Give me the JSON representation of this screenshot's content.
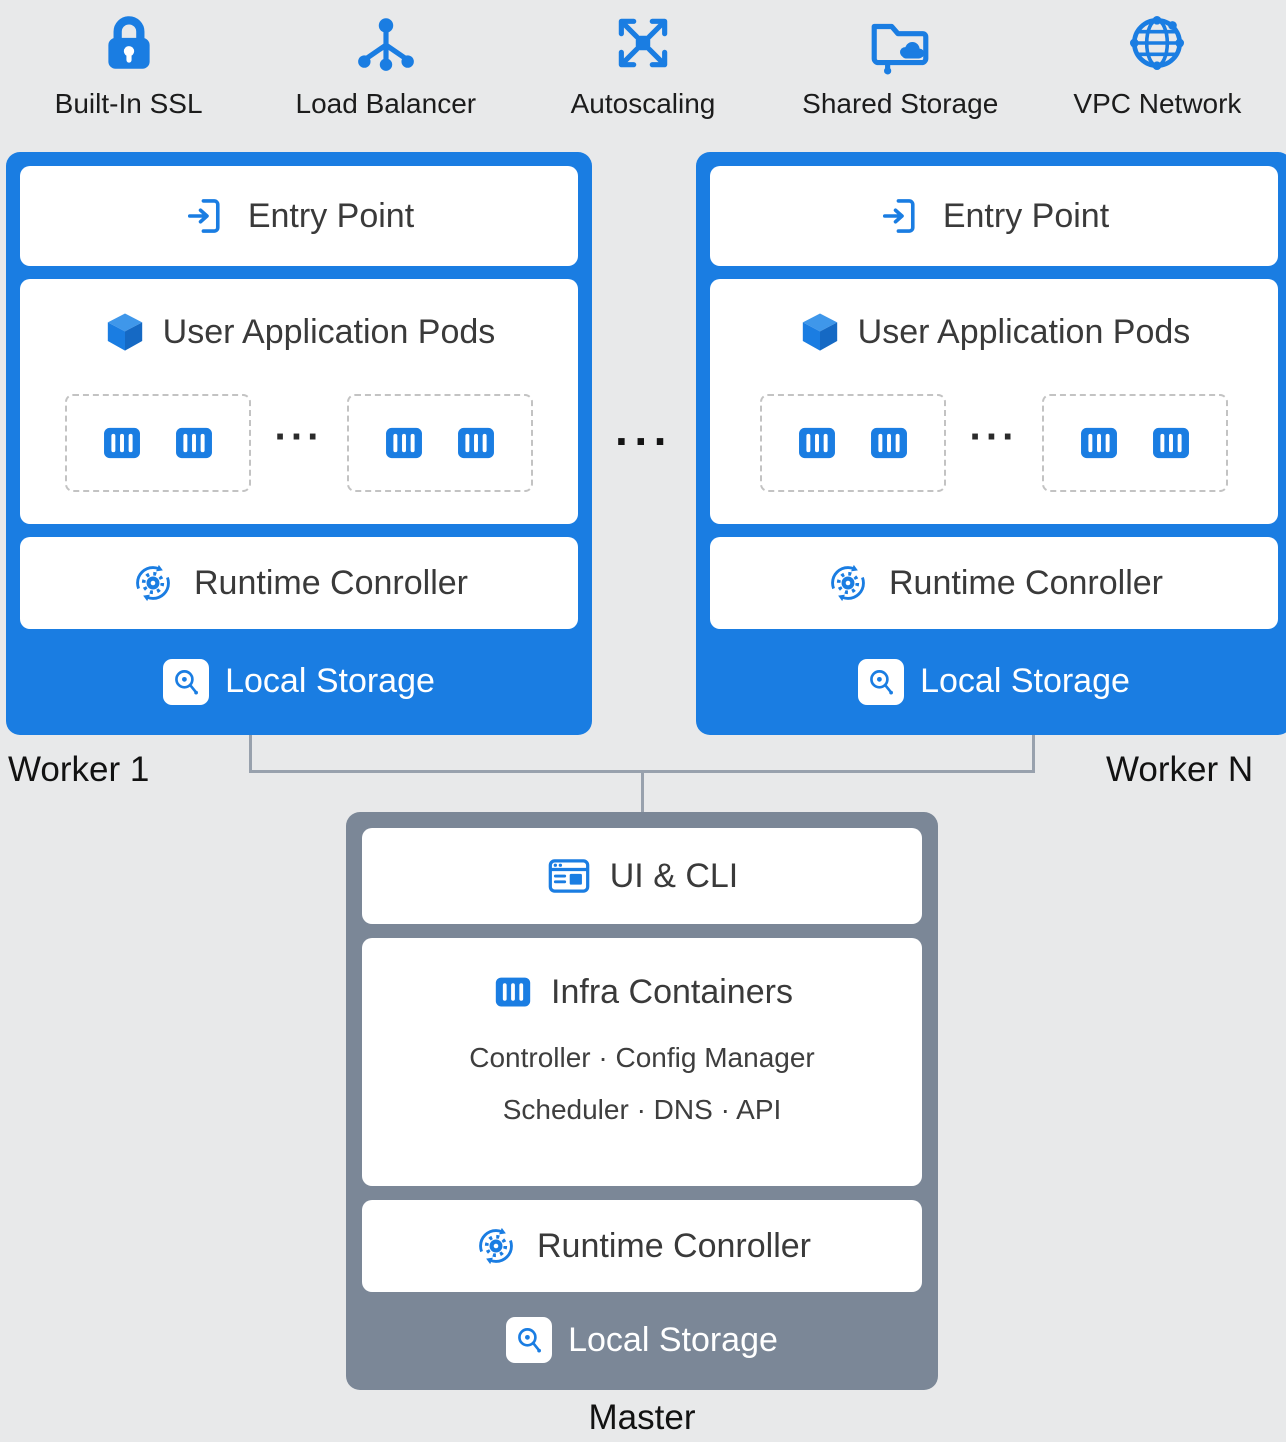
{
  "colors": {
    "accent_blue": "#1a7de2",
    "master_gray": "#7b8797",
    "background": "#e8e9ea",
    "connector_gray": "#98a1ad"
  },
  "features": [
    {
      "label": "Built-In SSL",
      "icon": "lock-icon"
    },
    {
      "label": "Load Balancer",
      "icon": "load-balancer-icon"
    },
    {
      "label": "Autoscaling",
      "icon": "autoscaling-icon"
    },
    {
      "label": "Shared Storage",
      "icon": "shared-storage-icon"
    },
    {
      "label": "VPC Network",
      "icon": "vpc-network-icon"
    }
  ],
  "workers": {
    "entry_point": "Entry Point",
    "pods_title": "User Application Pods",
    "runtime": "Runtime Conroller",
    "local_storage": "Local Storage",
    "worker1_label": "Worker 1",
    "workerN_label": "Worker N",
    "pod_group_dots": "···",
    "between_nodes_dots": "···"
  },
  "master": {
    "ui_cli": "UI & CLI",
    "infra_title": "Infra Containers",
    "infra_line1": "Controller · Config Manager",
    "infra_line2": "Scheduler · DNS · API",
    "runtime": "Runtime Conroller",
    "local_storage": "Local Storage",
    "label": "Master"
  }
}
